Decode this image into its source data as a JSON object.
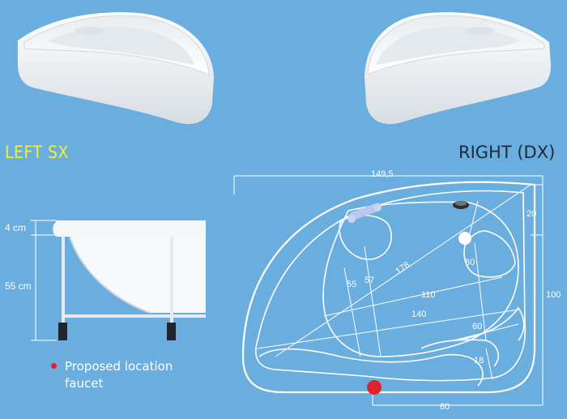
{
  "labels": {
    "left": "LEFT SX",
    "right": "RIGHT (DX)"
  },
  "side_view": {
    "rim_height": "4 cm",
    "depth": "55 cm"
  },
  "legend": {
    "line1": "Proposed location",
    "line2": "faucet",
    "dot_color": "#e0242c"
  },
  "dimensions": {
    "overall_length": "149,5",
    "overall_depth": "100",
    "front_length": "80",
    "corner_offset": "20",
    "depth_a": "55",
    "depth_b": "57",
    "diag_a": "178",
    "diag_b": "60",
    "diag_c": "110",
    "diag_d": "140",
    "diag_e": "60",
    "step": "18"
  },
  "colors": {
    "background": "#6aaddf",
    "tub": "#f2f4f6",
    "left_label": "#f2ee3a",
    "right_label": "#1d2a3a"
  }
}
